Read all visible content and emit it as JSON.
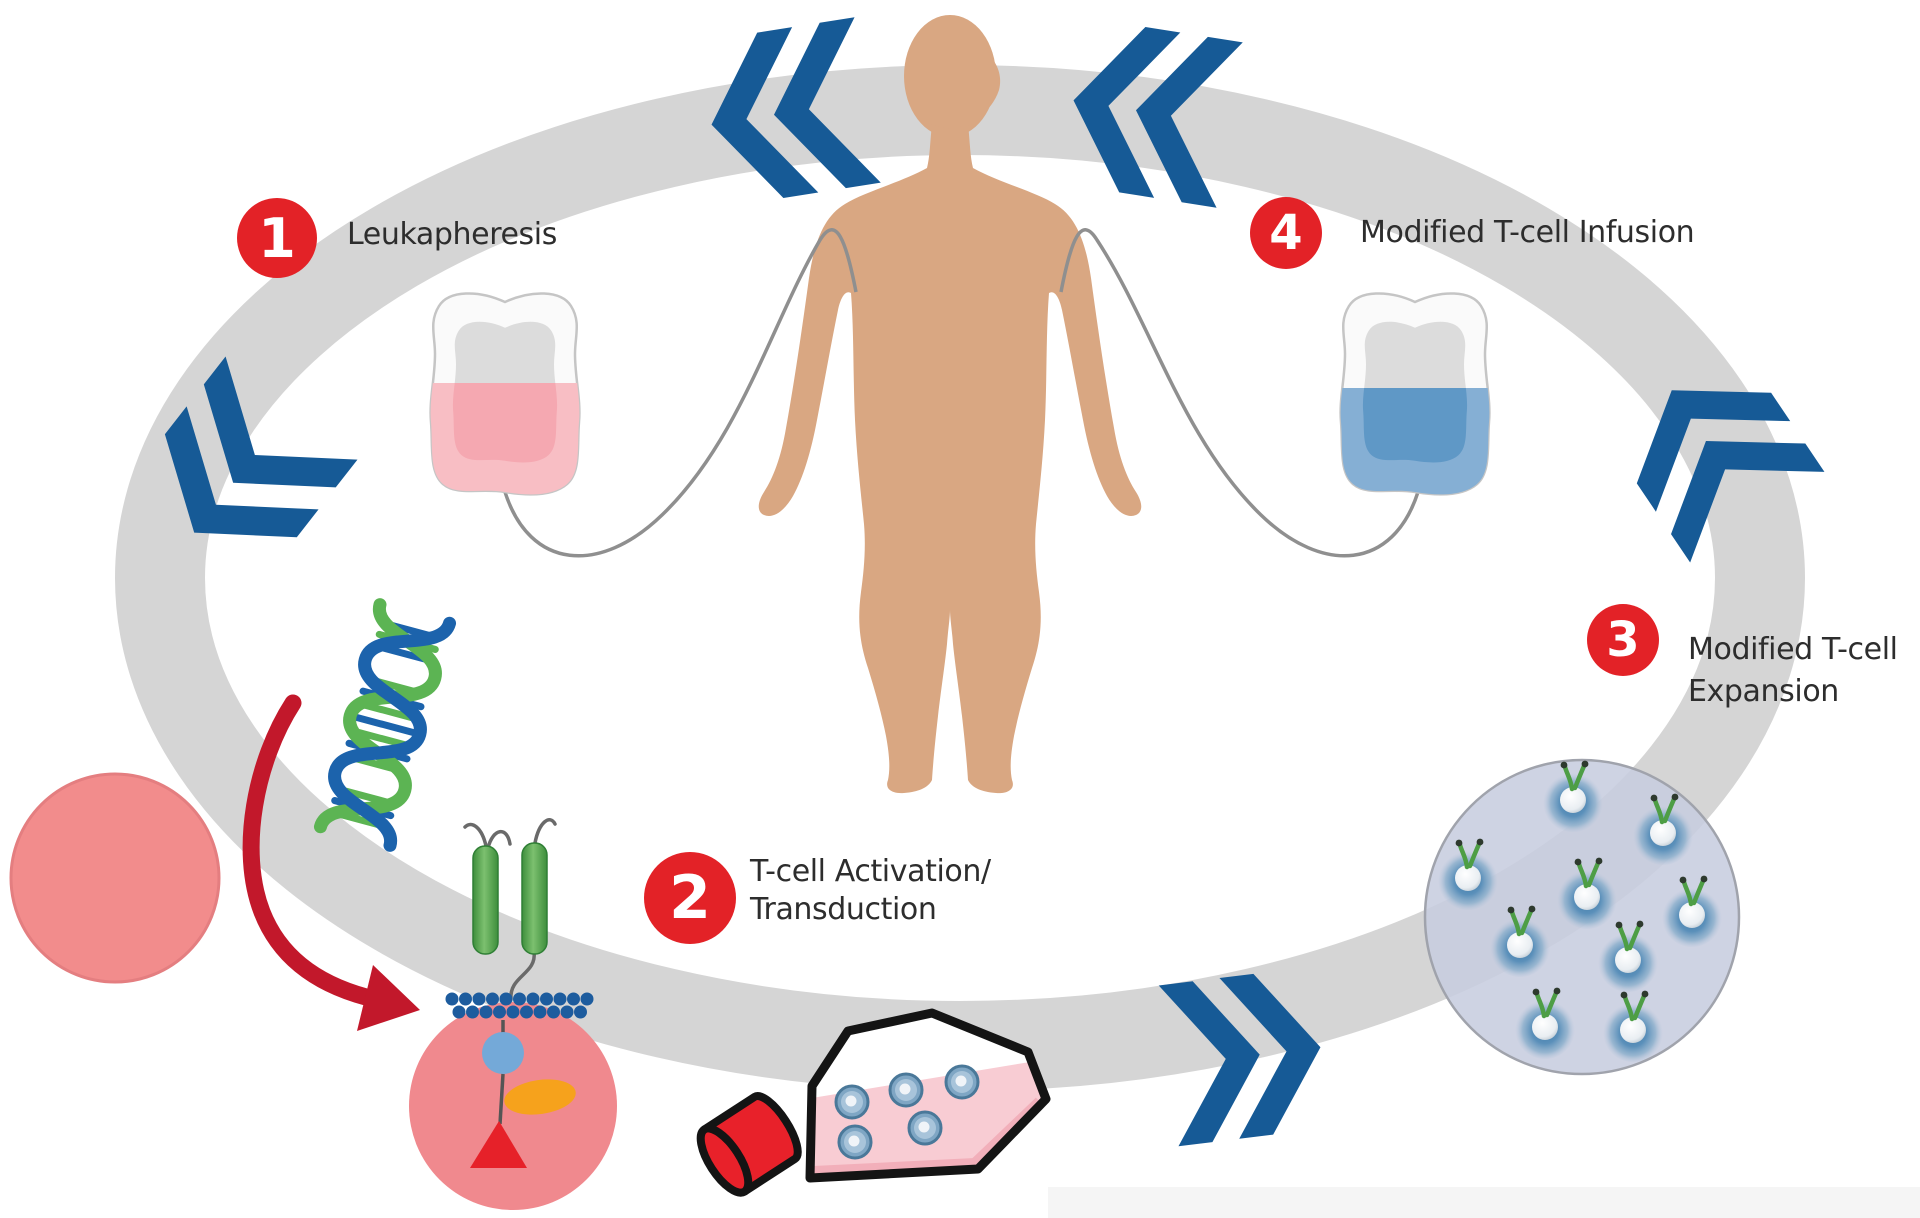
{
  "steps": [
    {
      "number": "1",
      "label_line1": "Leukapheresis",
      "label_line2": ""
    },
    {
      "number": "2",
      "label_line1": "T-cell Activation/",
      "label_line2": "Transduction"
    },
    {
      "number": "3",
      "label_line1": "Modified T-cell",
      "label_line2": "Expansion"
    },
    {
      "number": "4",
      "label_line1": "Modified T-cell Infusion",
      "label_line2": ""
    }
  ],
  "icons": {
    "patient": "patient-silhouette",
    "blood_bag_left": "blood-bag-pink",
    "blood_bag_right": "blood-bag-blue",
    "dna": "dna-double-helix",
    "t_cell": "t-cell",
    "car_t_cell": "car-modified-t-cell",
    "flask": "cell-culture-flask",
    "expansion": "expanded-t-cell-population",
    "chevrons": "flow-direction-chevrons",
    "arrow": "transduction-arrow"
  },
  "colors": {
    "chevron_blue": "#165A96",
    "badge_red": "#E32227",
    "band_gray": "#D5D5D5",
    "skin": "#D9A782",
    "cell_pink": "#F28C8C",
    "dna_green": "#5CB453",
    "dna_blue": "#1C63AC",
    "liquid_pink": "#F5A8B1",
    "liquid_blue": "#5F98C6",
    "arrow_red": "#C2182B",
    "expansion_fill": "#C7CDDF"
  }
}
